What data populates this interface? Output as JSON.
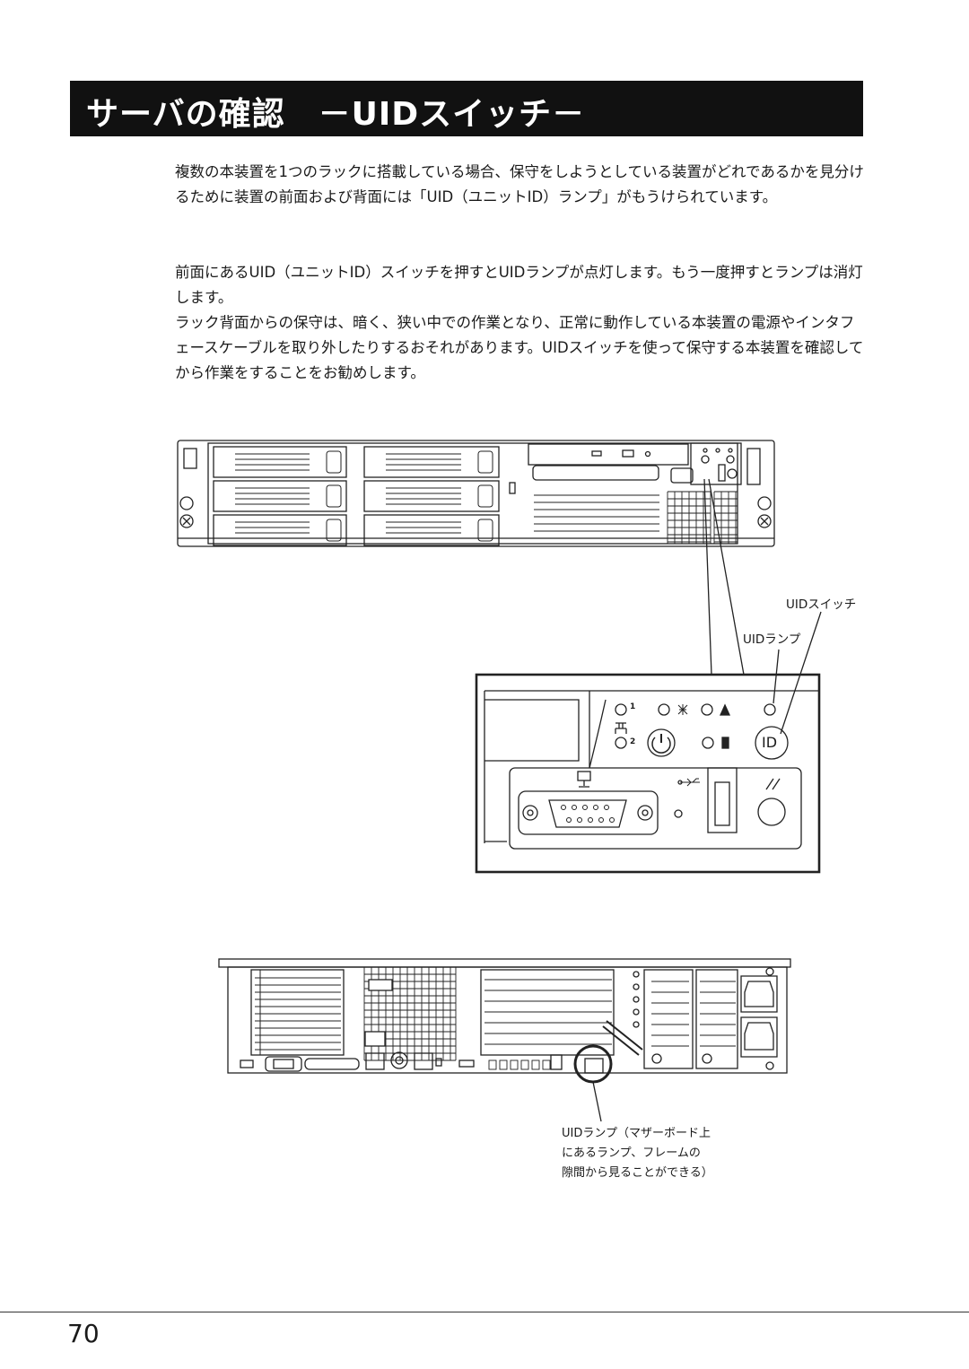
{
  "heading": "サーバの確認　－UIDスイッチ－",
  "paragraphs": [
    "複数の本装置を1つのラックに搭載している場合、保守をしようとしている装置がどれであるかを見分けるために装置の前面および背面には「UID（ユニットID）ランプ」がもうけられています。",
    "前面にあるUID（ユニットID）スイッチを押すとUIDランプが点灯します。もう一度押すとランプは消灯します。",
    "ラック背面からの保守は、暗く、狭い中での作業となり、正常に動作している本装置の電源やインタフェースケーブルを取り外したりするおそれがあります。UIDスイッチを使って保守する本装置を確認してから作業をすることをお勧めします。"
  ],
  "labels": {
    "uid_switch": "UIDスイッチ",
    "uid_lamp": "UIDランプ",
    "rear_lamp_line1": "UIDランプ（マザーボード上",
    "rear_lamp_line2": "にあるランプ、フレームの",
    "rear_lamp_line3": "隙間から見ることができる）",
    "detail_id": "ID",
    "detail_1": "1",
    "detail_2": "2"
  },
  "page_number": "70"
}
